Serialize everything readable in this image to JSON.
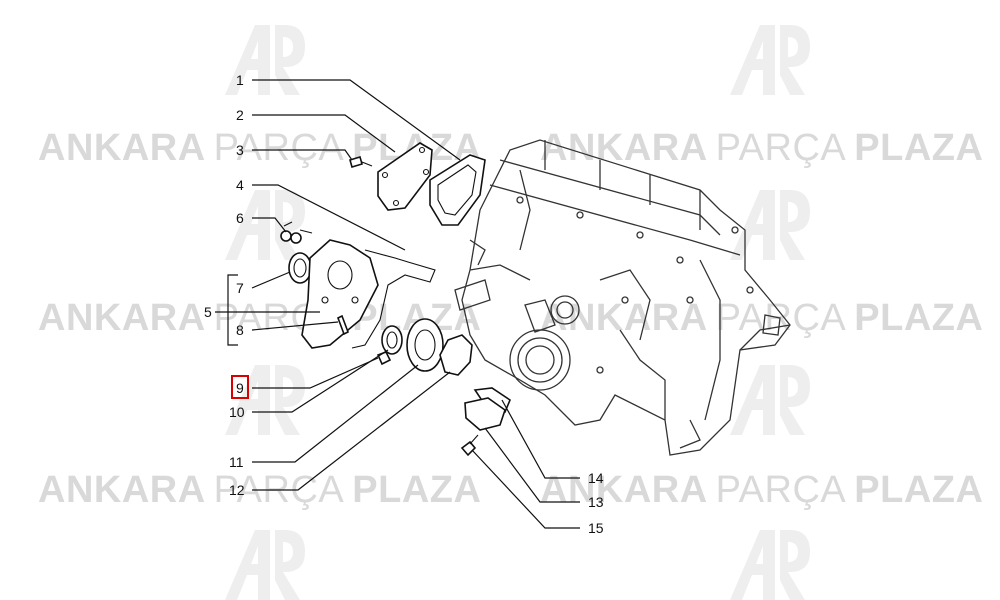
{
  "watermark": {
    "word1": "ANKARA",
    "word2": "PARÇA",
    "word3": "PLAZA",
    "logo_icon": "ap-logo-icon",
    "color": "#d9d9d9"
  },
  "callouts": [
    {
      "id": "1",
      "label": "1"
    },
    {
      "id": "2",
      "label": "2"
    },
    {
      "id": "3",
      "label": "3"
    },
    {
      "id": "4",
      "label": "4"
    },
    {
      "id": "5",
      "label": "5"
    },
    {
      "id": "6",
      "label": "6"
    },
    {
      "id": "7",
      "label": "7"
    },
    {
      "id": "8",
      "label": "8"
    },
    {
      "id": "9",
      "label": "9",
      "highlighted": true
    },
    {
      "id": "10",
      "label": "10"
    },
    {
      "id": "11",
      "label": "11"
    },
    {
      "id": "12",
      "label": "12"
    },
    {
      "id": "13",
      "label": "13"
    },
    {
      "id": "14",
      "label": "14"
    },
    {
      "id": "15",
      "label": "15"
    }
  ],
  "highlight_color": "#d90000"
}
